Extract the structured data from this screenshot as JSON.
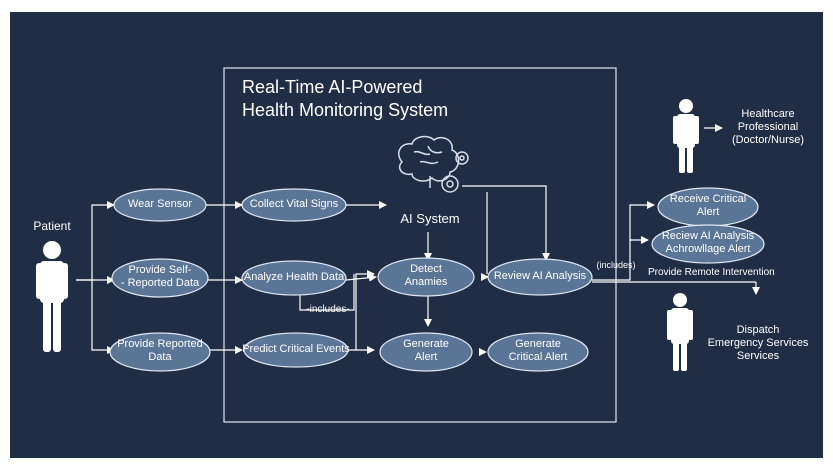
{
  "title": "Real-Time AI-Powered\nHealth Monitoring System",
  "actors": {
    "patient": "Patient",
    "healthcare": "Healthcare\nProfessional\n(Doctor/Nurse)",
    "dispatch": "Dispatch\nEmergency Services\nServices"
  },
  "system_label": "AI System",
  "use_cases": {
    "wear_sensor": "Wear Sensor",
    "provide_self": "Provide Self-\n- Reported Data",
    "provide_reported": "Provide Reported\nData",
    "collect_vitals": "Collect Vital Signs",
    "analyze": "Analyze Health Data",
    "predict": "Predict Critical Events",
    "detect": "Detect\nAnamies",
    "generate_alert": "Generate\nAlert",
    "review": "Review AI Analysis",
    "generate_critical": "Generate\nCritical Alert",
    "receive_critical": "Receive Critical\nAlert",
    "review_ack": "Reciew AI Analysis\nAchrowllage Alert"
  },
  "labels": {
    "includes_1": "-includes-",
    "includes_2": "(includes)",
    "remote": "Provide Remote Intervention"
  },
  "colors": {
    "background": "#1f2d45",
    "ellipse_fill": "#5a7595",
    "ellipse_stroke": "#dfe7f0",
    "line": "#ffffff"
  }
}
